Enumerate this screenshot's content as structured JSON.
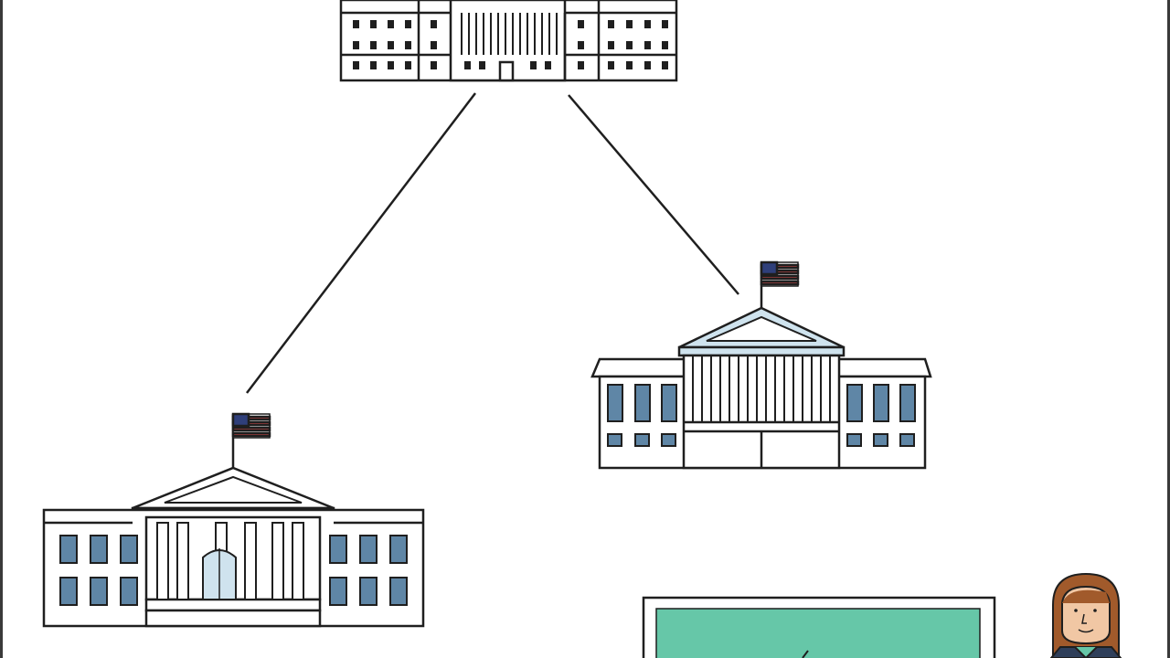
{
  "scene": {
    "description_free": true,
    "buildings": [
      {
        "id": "capitol-top",
        "role": "legislative-building",
        "flag": false
      },
      {
        "id": "courthouse-right",
        "role": "judicial-building",
        "flag": true
      },
      {
        "id": "whitehouse-left",
        "role": "executive-building",
        "flag": true
      }
    ],
    "connectors": 2,
    "figures": [
      "person-illustration",
      "framed-board"
    ]
  },
  "colors": {
    "stroke": "#1f1f1f",
    "window": "#5f86a6",
    "roof_tint": "#cfe3ee",
    "board": "#66c7a8",
    "hair": "#a15a2b",
    "skin": "#f1c7a4",
    "flag_red": "#d84a4a",
    "flag_blue": "#2f3f7a"
  }
}
